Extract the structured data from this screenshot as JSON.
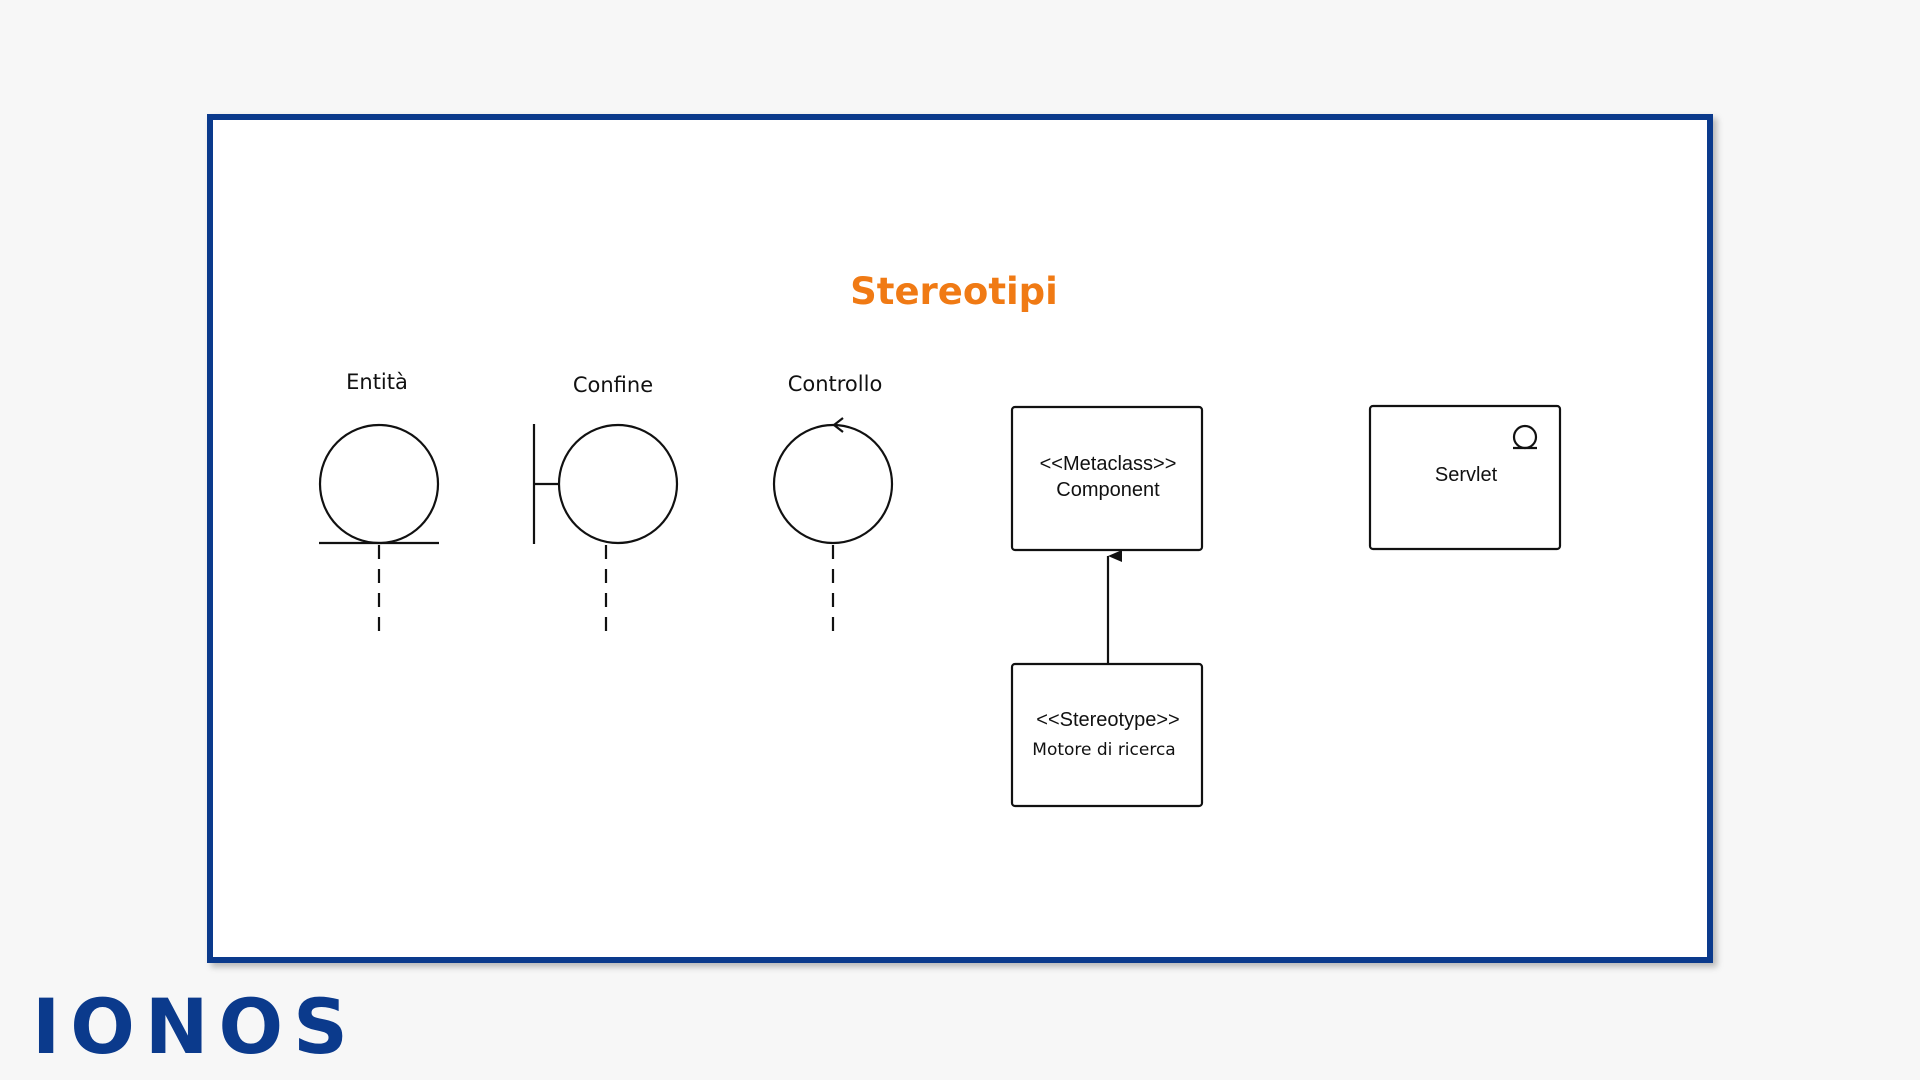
{
  "title": "Stereotipi",
  "symbols": {
    "entity_label": "Entità",
    "boundary_label": "Confine",
    "control_label": "Controllo"
  },
  "metaclass_box": {
    "line1": "<<Metaclass>>",
    "line2": "Component"
  },
  "stereotype_box": {
    "line1": "<<Stereotype>>",
    "line2": "Motore di ricerca"
  },
  "servlet_box": {
    "label": "Servlet"
  },
  "logo": "IONOS",
  "colors": {
    "frame_border": "#0b3a8c",
    "title": "#f07a14",
    "logo": "#0b3a8c"
  }
}
